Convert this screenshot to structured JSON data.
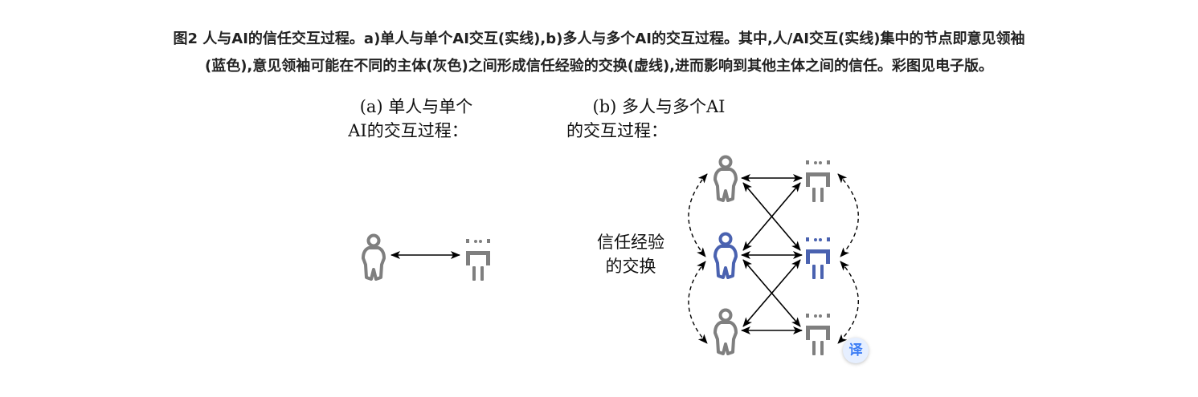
{
  "caption": {
    "line1": "图2 人与AI的信任交互过程。a)单人与单个AI交互(实线),b)多人与多个AI的交互过程。其中,人/AI交互(实线)集中的节点即意见领袖",
    "line2": "(蓝色),意见领袖可能在不同的主体(灰色)之间形成信任经验的交换(虚线),进而影响到其他主体之间的信任。彩图见电子版。"
  },
  "panel_a": {
    "label_line1": "(a) 单人与单个",
    "label_line2": "AI的交互过程："
  },
  "panel_b": {
    "label_line1": "(b) 多人与多个AI",
    "label_line2": "的交互过程：",
    "exchange_line1": "信任经验",
    "exchange_line2": "的交换"
  },
  "colors": {
    "gray": "#7f7f7f",
    "leader_blue": "#4a62b0"
  },
  "translate_badge": "译"
}
